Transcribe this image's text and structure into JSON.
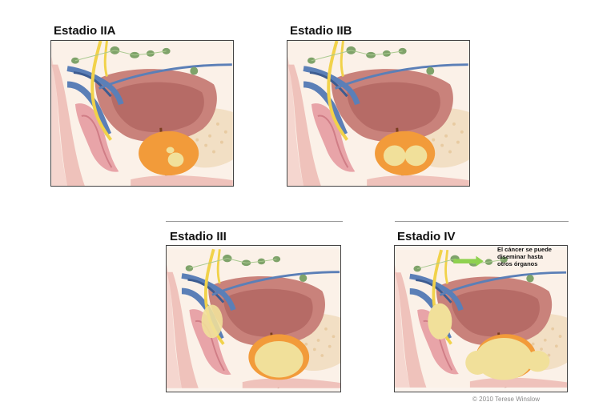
{
  "stages": [
    {
      "id": "iia",
      "title": "Estadio IIA"
    },
    {
      "id": "iib",
      "title": "Estadio IIB"
    },
    {
      "id": "iii",
      "title": "Estadio III"
    },
    {
      "id": "iv",
      "title": "Estadio IV"
    }
  ],
  "callout": {
    "line1": "El cáncer se puede",
    "line2": "diseminar hasta",
    "line3": "otros órganos"
  },
  "copyright": "© 2010 Terese Winslow",
  "colors": {
    "bladder": "#c9827b",
    "bladder_inner": "#a65a55",
    "prostate": "#f29b3a",
    "tumor": "#f1e09a",
    "vein": "#5b7fb7",
    "nerve": "#f1d24a",
    "lymph": "#7fa36a",
    "rectum": "#e8a4a8",
    "bone": "#f2dfc4",
    "urethra": "#7a3e1f"
  }
}
